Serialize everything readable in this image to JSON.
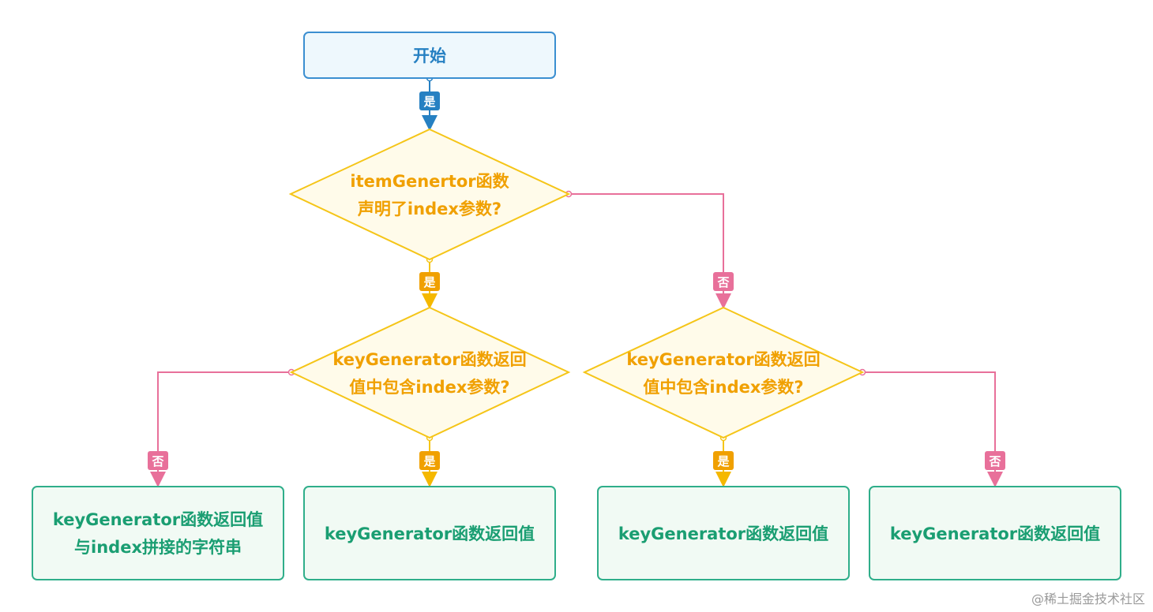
{
  "nodes": {
    "start": "开始",
    "decision1": [
      "itemGenertor函数",
      "声明了index参数?"
    ],
    "decision2": [
      "keyGenerator函数返回",
      "值中包含index参数?"
    ],
    "decision3": [
      "keyGenerator函数返回",
      "值中包含index参数?"
    ],
    "result1": [
      "keyGenerator函数返回值",
      "与index拼接的字符串"
    ],
    "result2": "keyGenerator函数返回值",
    "result3": "keyGenerator函数返回值",
    "result4": "keyGenerator函数返回值"
  },
  "edges": {
    "yes": "是",
    "no": "否"
  },
  "watermark": "@稀土掘金技术社区",
  "colors": {
    "start_fill": "#eef8fd",
    "start_stroke": "#3b8fd1",
    "start_text": "#2680c2",
    "decision_fill": "#fffbea",
    "decision_stroke": "#f5c518",
    "decision_text": "#f0a000",
    "result_fill": "#f1faf4",
    "result_stroke": "#2fae8a",
    "result_text": "#1a9e72",
    "yes_blue": "#2680c2",
    "yes_orange": "#f0a000",
    "no_pink": "#e8709a"
  }
}
